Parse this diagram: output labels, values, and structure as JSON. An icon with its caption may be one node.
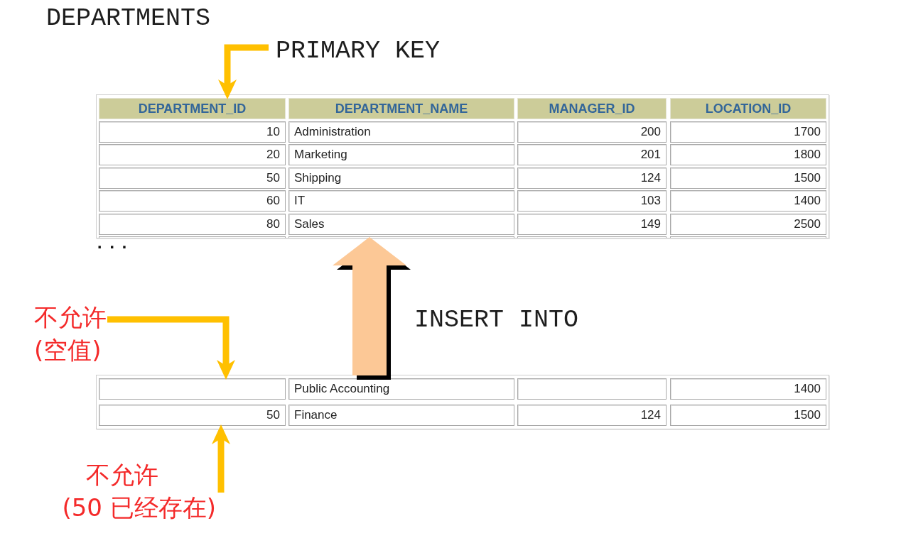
{
  "diagram": {
    "title": "DEPARTMENTS",
    "nodes": [
      {
        "text": [
          "PRIMARY KEY"
        ]
      },
      {
        "text": [],
        "shape": "box"
      },
      {
        "text": [
          "DEPARTMENT_ID"
        ],
        "in": 1
      },
      {
        "text": [
          "不允许",
          "(空值)"
        ]
      },
      {
        "text": [],
        "shape": "box"
      },
      {
        "text": [],
        "shape": "box",
        "in": 4
      },
      {
        "text": [
          "50"
        ],
        "in": 4
      },
      {
        "text": [
          "不允许",
          "(50 已经存在)"
        ]
      }
    ],
    "edges": [
      {
        "from": 0,
        "to": 2,
        "arrow": "to"
      },
      {
        "from": 4,
        "to": 1,
        "arrow": "to",
        "label": "INSERT INTO",
        "style": "thick",
        "color": "#fcc896"
      },
      {
        "from": 3,
        "to": 5,
        "arrow": "to"
      },
      {
        "from": 7,
        "to": 6,
        "arrow": "to"
      }
    ],
    "labels": [
      "DEPARTMENT_NAME",
      "MANAGER_ID",
      "LOCATION_ID",
      "10",
      "Administration",
      "200",
      "1700",
      "20",
      "Marketing",
      "201",
      "1800",
      "50",
      "Shipping",
      "124",
      "1500",
      "60",
      "IT",
      "103",
      "1400",
      "80",
      "Sales",
      "149",
      "2500",
      "...",
      "Public Accounting",
      "1400",
      "Finance",
      "124",
      "1500"
    ]
  }
}
